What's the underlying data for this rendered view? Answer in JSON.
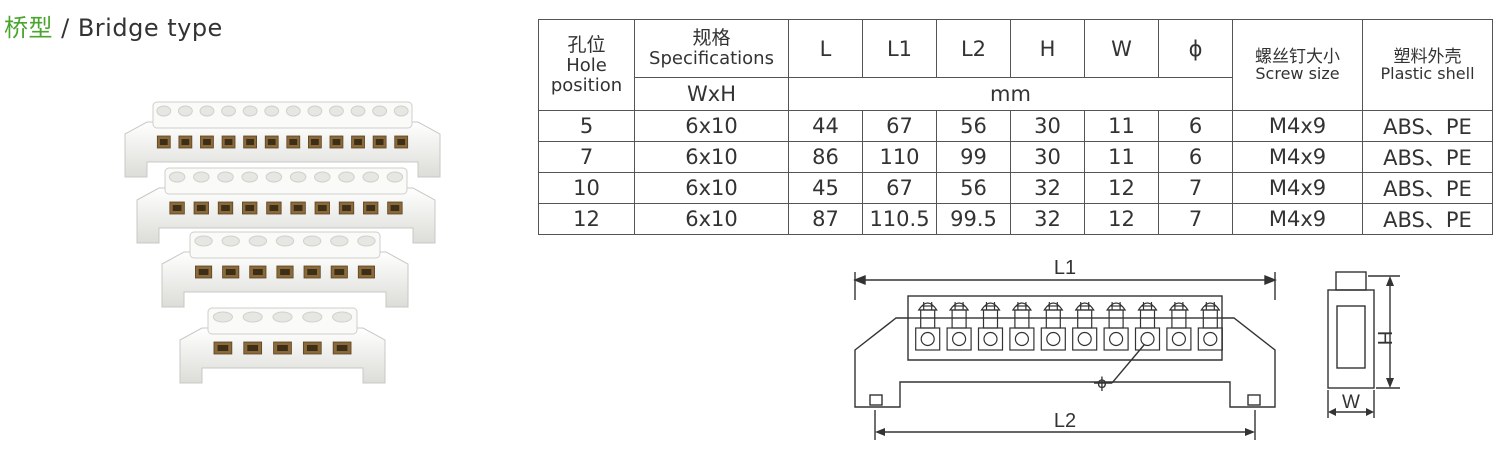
{
  "title": {
    "cn": "桥型",
    "sep": " / ",
    "en": "Bridge type"
  },
  "table": {
    "h_hole_cn": "孔位",
    "h_hole_en1": "Hole",
    "h_hole_en2": "position",
    "h_spec_cn": "规格",
    "h_spec_en": "Specifications",
    "h_spec_sub": "WxH",
    "h_L": "L",
    "h_L1": "L1",
    "h_L2": "L2",
    "h_H": "H",
    "h_W": "W",
    "h_phi": "ϕ",
    "h_unit": "mm",
    "h_screw_cn": "螺丝钉大小",
    "h_screw_en": "Screw size",
    "h_shell_cn": "塑料外壳",
    "h_shell_en": "Plastic shell",
    "rows": [
      {
        "hole": "5",
        "spec": "6x10",
        "L": "44",
        "L1": "67",
        "L2": "56",
        "H": "30",
        "W": "11",
        "phi": "6",
        "screw": "M4x9",
        "shell": "ABS、PE"
      },
      {
        "hole": "7",
        "spec": "6x10",
        "L": "86",
        "L1": "110",
        "L2": "99",
        "H": "30",
        "W": "11",
        "phi": "6",
        "screw": "M4x9",
        "shell": "ABS、PE"
      },
      {
        "hole": "10",
        "spec": "6x10",
        "L": "45",
        "L1": "67",
        "L2": "56",
        "H": "32",
        "W": "12",
        "phi": "7",
        "screw": "M4x9",
        "shell": "ABS、PE"
      },
      {
        "hole": "12",
        "spec": "6x10",
        "L": "87",
        "L1": "110.5",
        "L2": "99.5",
        "H": "32",
        "W": "12",
        "phi": "7",
        "screw": "M4x9",
        "shell": "ABS、PE"
      }
    ]
  },
  "drawing": {
    "L1": "L1",
    "L2": "L2",
    "phi": "ϕ",
    "H": "H",
    "W": "W"
  },
  "photo": {
    "hole_counts": [
      12,
      10,
      7,
      5
    ]
  },
  "colors": {
    "accent": "#4aa52e",
    "text": "#333333",
    "line": "#555555",
    "plastic": "#f1f1ee",
    "brass": "#8a6a3a"
  }
}
